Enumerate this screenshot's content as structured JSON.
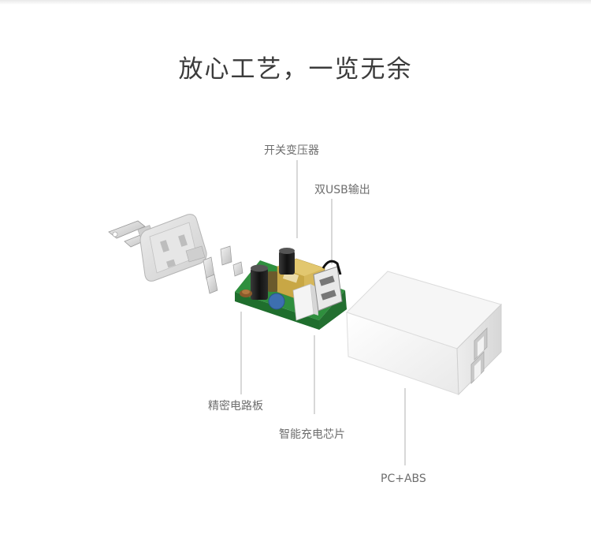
{
  "headline": "放心工艺，一览无余",
  "callouts": {
    "transformer": "开关变压器",
    "dual_usb": "双USB输出",
    "pcb": "精密电路板",
    "chip": "智能充电芯片",
    "shell": "PC+ABS"
  },
  "colors": {
    "pcb_green": "#2f8f3e",
    "transformer_yellow": "#d6b75a",
    "capacitor_black": "#1e1e1e",
    "capacitor_blue": "#3d6fb0",
    "shell_white": "#fafafa",
    "plug_gray": "#d9d9d9",
    "leader_line": "#bdbdbd"
  }
}
